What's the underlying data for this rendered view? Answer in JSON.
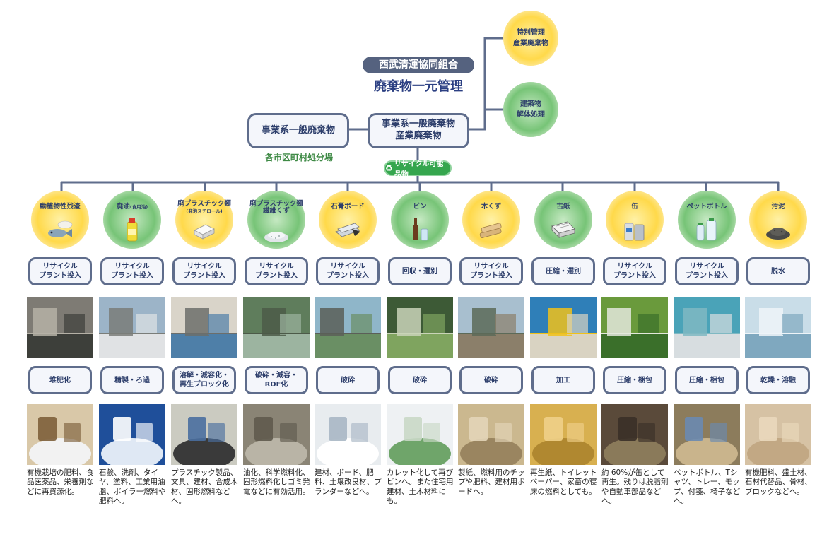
{
  "header": {
    "org_name": "西武清運協同組合",
    "subtitle": "廃棄物一元管理"
  },
  "main_box": {
    "line1": "事業系一般廃棄物",
    "line2": "産業廃棄物"
  },
  "left_box": {
    "label": "事業系一般廃棄物",
    "sublabel": "各市区町村処分場"
  },
  "branches": [
    {
      "line1": "特別管理",
      "line2": "産業廃棄物",
      "color": "yellow"
    },
    {
      "line1": "建築物",
      "line2": "解体処理",
      "color": "green"
    }
  ],
  "badge": {
    "label": "リサイクル可能品物",
    "icon": "recycle-icon"
  },
  "colors": {
    "accent_line": "#5f6d8c",
    "yellow": "#ffd94a",
    "green": "#77c477",
    "org_pill": "#55627f",
    "badge": "#35a64e"
  },
  "categories": [
    {
      "name": "動植物性残渣",
      "note": "",
      "icon": "fish-icon",
      "color": "yellow",
      "step1": "リサイクル\nプラント投入",
      "step2": "堆肥化",
      "description": "有機栽培の肥料、食品医薬品、栄養剤などに再資源化。"
    },
    {
      "name": "廃油",
      "note": "(食用油)",
      "icon": "oil-bottle-icon",
      "color": "green",
      "step1": "リサイクル\nプラント投入",
      "step2": "精製・ろ過",
      "description": "石鹸、洗剤、タイヤ、塗料、工業用油脂、ボイラー燃料や肥料へ。"
    },
    {
      "name": "廃プラスチック類",
      "note": "(発泡スチロール)",
      "icon": "styrofoam-icon",
      "color": "yellow",
      "step1": "リサイクル\nプラント投入",
      "step2": "溶解・減容化・\n再生ブロック化",
      "description": "プラスチック製品、文具、建材、合成木材、固形燃料などへ。"
    },
    {
      "name": "廃プラスチック類\n繊維くず",
      "note": "",
      "icon": "fiber-pile-icon",
      "color": "green",
      "step1": "リサイクル\nプラント投入",
      "step2": "破砕・減容・\nRDF化",
      "description": "油化、科学燃料化、固形燃料化しゴミ発電などに有効活用。"
    },
    {
      "name": "石膏ボード",
      "note": "",
      "icon": "gypsum-board-icon",
      "color": "yellow",
      "step1": "リサイクル\nプラント投入",
      "step2": "破砕",
      "description": "建材、ボード、肥料、土壌改良材、プランダーなどへ。"
    },
    {
      "name": "ビン",
      "note": "",
      "icon": "bottle-icon",
      "color": "green",
      "step1": "回収・選別",
      "step2": "破砕",
      "description": "カレット化して再びビンへ。また住宅用建材、土木材料にも。"
    },
    {
      "name": "木くず",
      "note": "",
      "icon": "wood-icon",
      "color": "yellow",
      "step1": "リサイクル\nプラント投入",
      "step2": "破砕",
      "description": "製紙、燃料用のチップや肥料、建材用ボードへ。"
    },
    {
      "name": "古紙",
      "note": "",
      "icon": "newspaper-icon",
      "color": "green",
      "step1": "圧縮・選別",
      "step2": "加工",
      "description": "再生紙、トイレットペーパー、家畜の寝床の燃料としても。"
    },
    {
      "name": "缶",
      "note": "",
      "icon": "can-icon",
      "color": "yellow",
      "step1": "リサイクル\nプラント投入",
      "step2": "圧縮・梱包",
      "description": "約 60%が缶として再生。残りは脱脂剤や自動車部品などへ。"
    },
    {
      "name": "ペットボトル",
      "note": "",
      "icon": "pet-bottle-icon",
      "color": "green",
      "step1": "リサイクル\nプラント投入",
      "step2": "圧縮・梱包",
      "description": "ペットボトル、Tシャツ、トレー、モップ、付箋、椅子などへ。"
    },
    {
      "name": "汚泥",
      "note": "",
      "icon": "sludge-icon",
      "color": "yellow",
      "step1": "脱水",
      "step2": "乾燥・溶融",
      "description": "有機肥料、盛土材、石材代替品、骨材、ブロックなどへ。"
    }
  ]
}
